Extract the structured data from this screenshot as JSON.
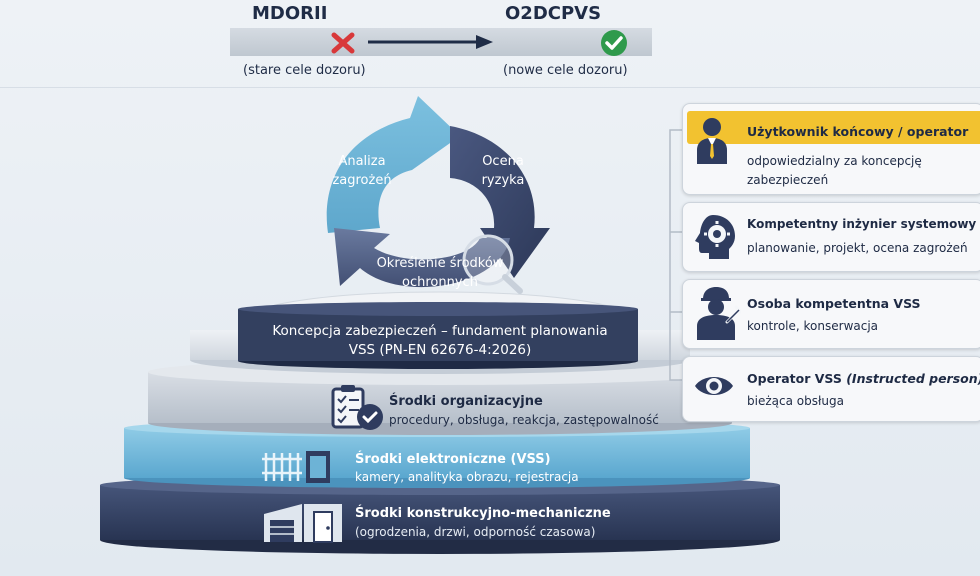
{
  "comparison": {
    "old_name": "MDORII",
    "old_caption": "(stare cele dozoru)",
    "new_name": "O2DCPVS",
    "new_caption": "(nowe cele dozoru)"
  },
  "cycle": {
    "step1": [
      "Analiza",
      "zagrożeń"
    ],
    "step2": [
      "Ocena",
      "ryzyka"
    ],
    "step3": [
      "Określenie środków",
      "ochronnych"
    ]
  },
  "foundation": {
    "line1": "Koncepcja zabezpieczeń – fundament planowania",
    "line2": "VSS (PN-EN 62676-4:2026)"
  },
  "levels": [
    {
      "title": "Środki organizacyjne",
      "desc": "procedury, obsługa, reakcja, zastępowalność"
    },
    {
      "title": "Środki elektroniczne (VSS)",
      "desc": "kamery, analityka obrazu, rejestracja"
    },
    {
      "title": "Środki konstrukcyjno-mechaniczne",
      "desc": "(ogrodzenia, drzwi, odporność czasowa)"
    }
  ],
  "roles": [
    {
      "title": "Użytkownik końcowy / operator",
      "desc": [
        "odpowiedzialny za koncepcję",
        "zabezpieczeń"
      ],
      "icon": "business-person-icon"
    },
    {
      "title": "Kompetentny inżynier systemowy VSS",
      "desc": [
        "planowanie, projekt, ocena zagrożeń"
      ],
      "icon": "head-gear-icon"
    },
    {
      "title": "Osoba kompetentna VSS",
      "desc": [
        "kontrole, konserwacja"
      ],
      "icon": "technician-icon"
    },
    {
      "title": "Operator VSS",
      "title_em": "(Instructed person)",
      "desc": [
        "bieżąca obsługa"
      ],
      "icon": "eye-icon"
    }
  ],
  "colors": {
    "navy": "#2f3c5f",
    "light_blue": "#6db3d6",
    "highlight_yellow": "#f2c230",
    "red_x": "#d8383a",
    "green_check": "#2f9a4c"
  }
}
